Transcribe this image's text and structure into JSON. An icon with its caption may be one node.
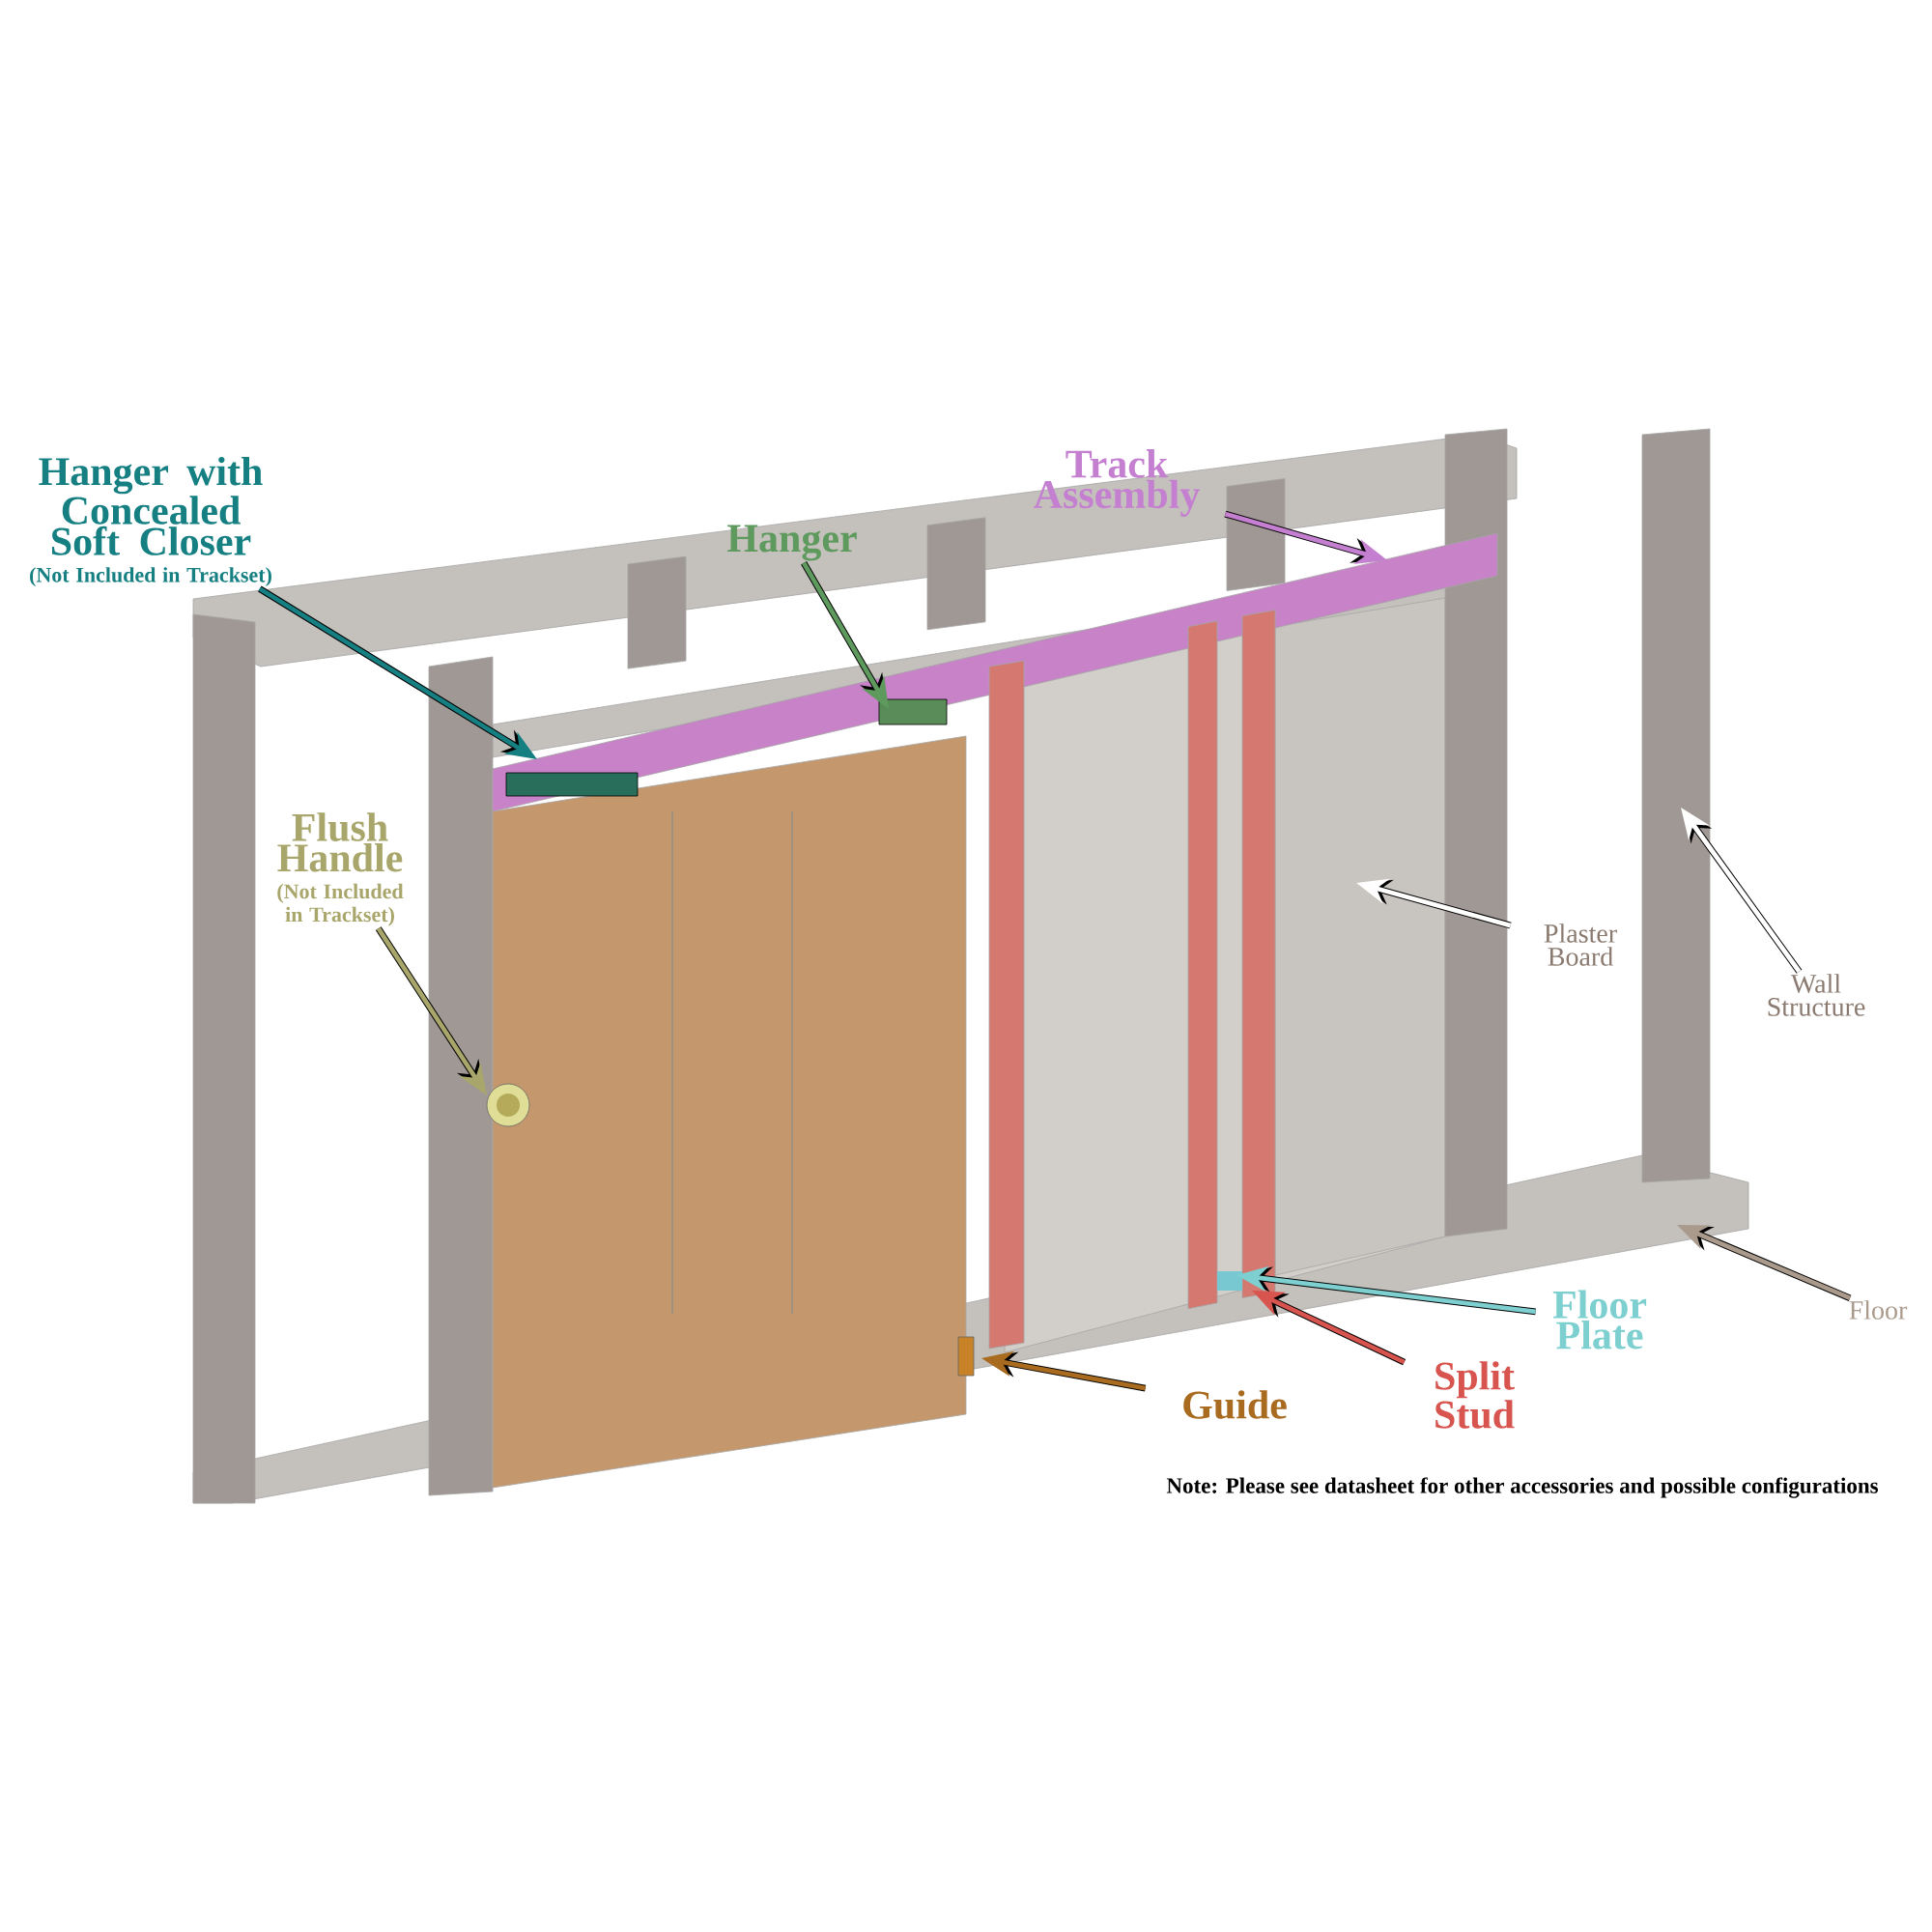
{
  "diagram": {
    "nodes": [
      {
        "text": [
          "Hanger with Concealed Soft Closer",
          "(Not Included in Trackset)"
        ]
      },
      {
        "text": [
          "Hanger"
        ]
      },
      {
        "text": [
          "Track Assembly"
        ]
      },
      {
        "text": [
          "Flush Handle",
          "(Not Included in Trackset)"
        ]
      },
      {
        "text": [
          "Plaster Board"
        ]
      },
      {
        "text": [
          "Wall Structure"
        ]
      },
      {
        "text": [
          "Floor"
        ]
      },
      {
        "text": [
          "Floor Plate"
        ]
      },
      {
        "text": [
          "Split Stud"
        ]
      },
      {
        "text": [
          "Guide"
        ]
      }
    ],
    "edges": [
      {
        "from": 0,
        "to": null,
        "arrow": "to",
        "color": "#157f82"
      },
      {
        "from": 1,
        "to": null,
        "arrow": "to",
        "color": "#5e9a5e"
      },
      {
        "from": 2,
        "to": null,
        "arrow": "to",
        "color": "#c47fd0"
      },
      {
        "from": 3,
        "to": null,
        "arrow": "to",
        "color": "#a8a66b"
      },
      {
        "from": 4,
        "to": null,
        "arrow": "to",
        "color": "#ffffff"
      },
      {
        "from": 5,
        "to": null,
        "arrow": "to",
        "color": "#ffffff"
      },
      {
        "from": 6,
        "to": null,
        "arrow": "to",
        "color": "#a99a8c"
      },
      {
        "from": 7,
        "to": null,
        "arrow": "to",
        "color": "#7dcfd0"
      },
      {
        "from": 8,
        "to": null,
        "arrow": "to",
        "color": "#d8544e"
      },
      {
        "from": 9,
        "to": null,
        "arrow": "to",
        "color": "#a86b1f"
      }
    ],
    "labels": [
      "Note: Please see datasheet for other accessories and possible configurations"
    ]
  }
}
